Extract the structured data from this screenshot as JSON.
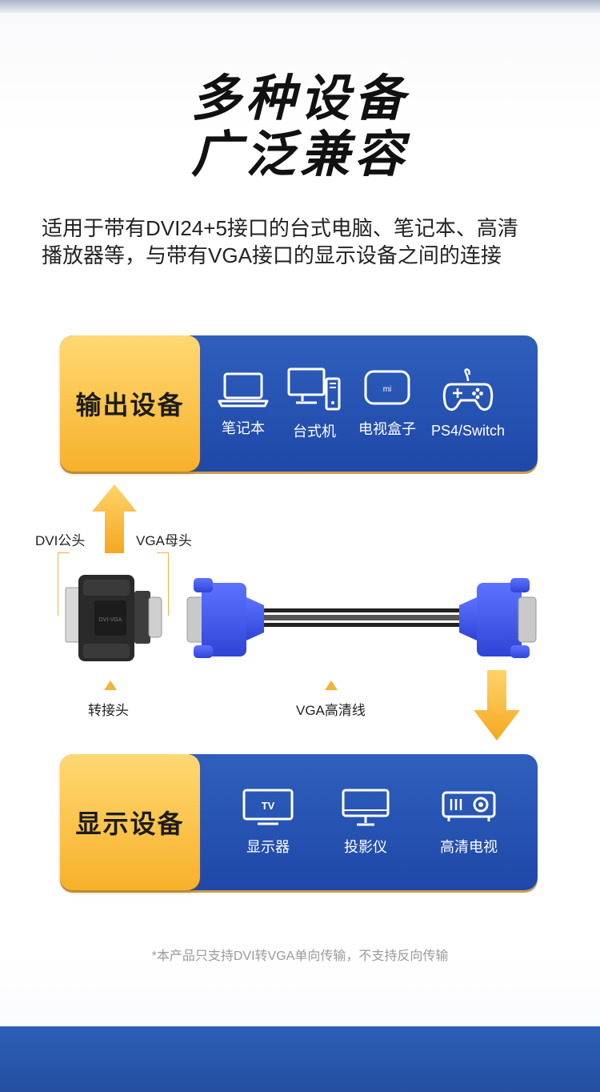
{
  "header": {
    "title_line1": "多种设备",
    "title_line2": "广泛兼容",
    "subtitle_line1": "适用于带有DVI24+5接口的台式电脑、笔记本、高清",
    "subtitle_line2": "播放器等，与带有VGA接口的显示设备之间的连接"
  },
  "output_panel": {
    "badge": "输出设备",
    "devices": [
      {
        "label": "笔记本",
        "icon": "laptop-icon"
      },
      {
        "label": "台式机",
        "icon": "desktop-icon"
      },
      {
        "label": "电视盒子",
        "icon": "tv-box-icon",
        "logo": "mi"
      },
      {
        "label": "PS4/Switch",
        "icon": "gamepad-icon"
      }
    ]
  },
  "diagram": {
    "dvi_male": "DVI公头",
    "vga_female": "VGA母头",
    "adapter_label": "转接头",
    "cable_label": "VGA高清线",
    "adapter_marking": "DVI-VGA"
  },
  "display_panel": {
    "badge": "显示设备",
    "devices": [
      {
        "label": "显示器",
        "icon": "monitor-tv-icon",
        "screen_text": "TV"
      },
      {
        "label": "投影仪",
        "icon": "projector-screen-icon"
      },
      {
        "label": "高清电视",
        "icon": "projector-icon"
      }
    ]
  },
  "footer": {
    "note": "*本产品只支持DVI转VGA单向传输，不支持反向传输"
  },
  "colors": {
    "panel_blue": "#2553b3",
    "badge_gold": "#f7b12a",
    "accent_orange": "#f3b241",
    "connector_blue": "#3a55e6"
  }
}
